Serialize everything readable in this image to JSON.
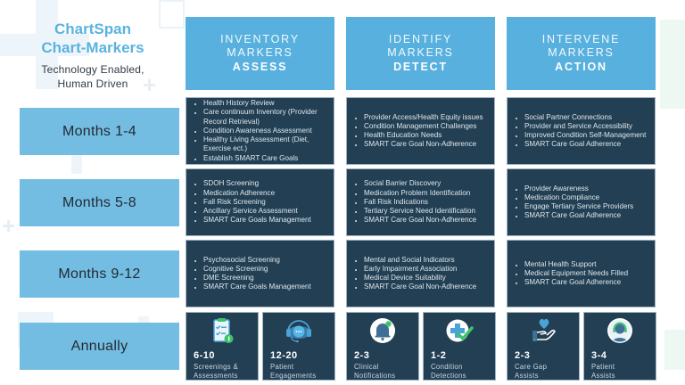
{
  "brand": {
    "title_line1": "ChartSpan",
    "title_line2": "Chart-Markers",
    "subtitle_line1": "Technology Enabled,",
    "subtitle_line2": "Human Driven"
  },
  "columns": [
    {
      "line1": "INVENTORY",
      "line2": "MARKERS",
      "line3": "ASSESS"
    },
    {
      "line1": "IDENTIFY",
      "line2": "MARKERS",
      "line3": "DETECT"
    },
    {
      "line1": "INTERVENE",
      "line2": "MARKERS",
      "line3": "ACTION"
    }
  ],
  "rows": [
    {
      "label": "Months 1-4",
      "cells": [
        [
          "Health History Review",
          "Care continuum Inventory (Provider Record Retrieval)",
          "Condition Awareness Assessment",
          "Healthy Living Assessment (Diet, Exercise ect.)",
          "Establish SMART Care Goals"
        ],
        [
          "Provider Access/Health Equity issues",
          "Condition Management Challenges",
          "Health Education Needs",
          "SMART Care Goal Non-Adherence"
        ],
        [
          "Social Partner Connections",
          "Provider and Service Accessibility",
          "Improved Condition Self-Management",
          "SMART Care Goal Adherence"
        ]
      ]
    },
    {
      "label": "Months 5-8",
      "cells": [
        [
          "SDOH Screening",
          "Medication Adherence",
          "Fall Risk Screening",
          "Ancillary Service Assessment",
          "SMART Care Goals Management"
        ],
        [
          "Social Barrier Discovery",
          "Medication Problem Identification",
          "Fall Risk Indications",
          "Tertiary Service Need Identification",
          "SMART Care Goal Non-Adherence"
        ],
        [
          "Provider Awareness",
          "Medication Compliance",
          "Engage Tertiary Service Providers",
          "SMART Care Goal Adherence"
        ]
      ]
    },
    {
      "label": "Months 9-12",
      "cells": [
        [
          "Psychosocial Screening",
          "Cognitive Screening",
          "DME Screening",
          "SMART Care Goals Management"
        ],
        [
          "Mental and Social Indicators",
          "Early Impairment Association",
          "Medical Device Suitability",
          "SMART Care Goal Non-Adherence"
        ],
        [
          "Mental Health Support",
          "Medical Equipment Needs Filled",
          "SMART Care Goal Adherence"
        ]
      ]
    }
  ],
  "annual": {
    "label": "Annually",
    "stats": [
      {
        "icon": "clipboard-checklist-icon",
        "value": "6-10",
        "label_line1": "Screenings &",
        "label_line2": "Assessments"
      },
      {
        "icon": "headset-chat-icon",
        "value": "12-20",
        "label_line1": "Patient",
        "label_line2": "Engagements"
      },
      {
        "icon": "bell-notification-icon",
        "value": "2-3",
        "label_line1": "Clinical",
        "label_line2": "Notifications"
      },
      {
        "icon": "medical-cross-check-icon",
        "value": "1-2",
        "label_line1": "Condition",
        "label_line2": "Detections"
      },
      {
        "icon": "heart-hand-icon",
        "value": "2-3",
        "label_line1": "Care Gap",
        "label_line2": "Assists"
      },
      {
        "icon": "agent-headset-icon",
        "value": "3-4",
        "label_line1": "Patient",
        "label_line2": "Assists"
      }
    ]
  },
  "colors": {
    "header_blue": "#57b0de",
    "row_label_blue": "#74bde2",
    "cell_navy": "#223f53",
    "brand_blue": "#5ab3df",
    "accent_green": "#3dc46b"
  }
}
